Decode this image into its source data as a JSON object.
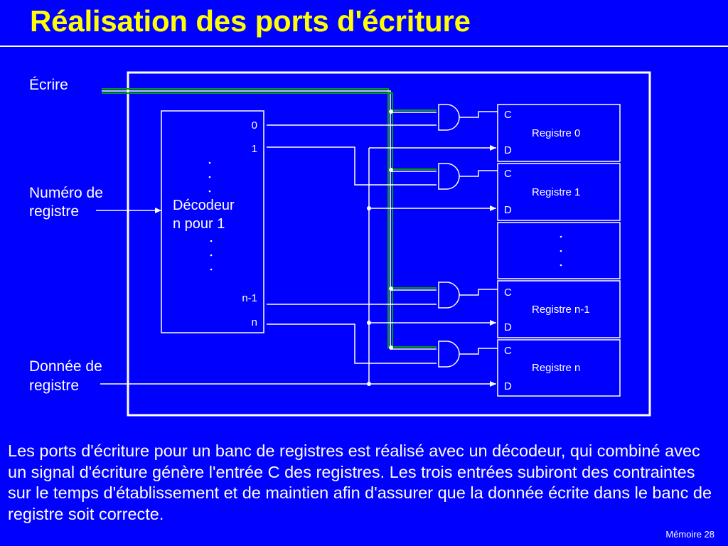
{
  "slide": {
    "title": "Réalisation des ports d'écriture",
    "footer": "Mémoire 28",
    "caption": "Les ports d'écriture pour un banc de registres est réalisé avec un décodeur, qui combiné avec un signal d'écriture génère l'entrée C des registres. Les trois entrées subiront des contraintes sur le temps d'établissement et de maintien afin d'assurer que la donnée écrite dans le banc de registre soit correcte."
  },
  "diagram": {
    "inputs": {
      "write": "Écrire",
      "register_number_line1": "Numéro de",
      "register_number_line2": "registre",
      "data_line1": "Donnée de",
      "data_line2": "registre"
    },
    "decoder": {
      "label_line1": "Décodeur",
      "label_line2": "n pour 1",
      "outputs": [
        "0",
        "1",
        "n-1",
        "n"
      ]
    },
    "registers": [
      {
        "c": "C",
        "d": "D",
        "name": "Registre 0"
      },
      {
        "c": "C",
        "d": "D",
        "name": "Registre 1"
      },
      {
        "c": "C",
        "d": "D",
        "name": "Registre n-1"
      },
      {
        "c": "C",
        "d": "D",
        "name": "Registre n"
      }
    ]
  },
  "colors": {
    "background": "#0000ff",
    "title": "#ffff00",
    "text": "#ffffff",
    "write_bus": "#00a000"
  }
}
